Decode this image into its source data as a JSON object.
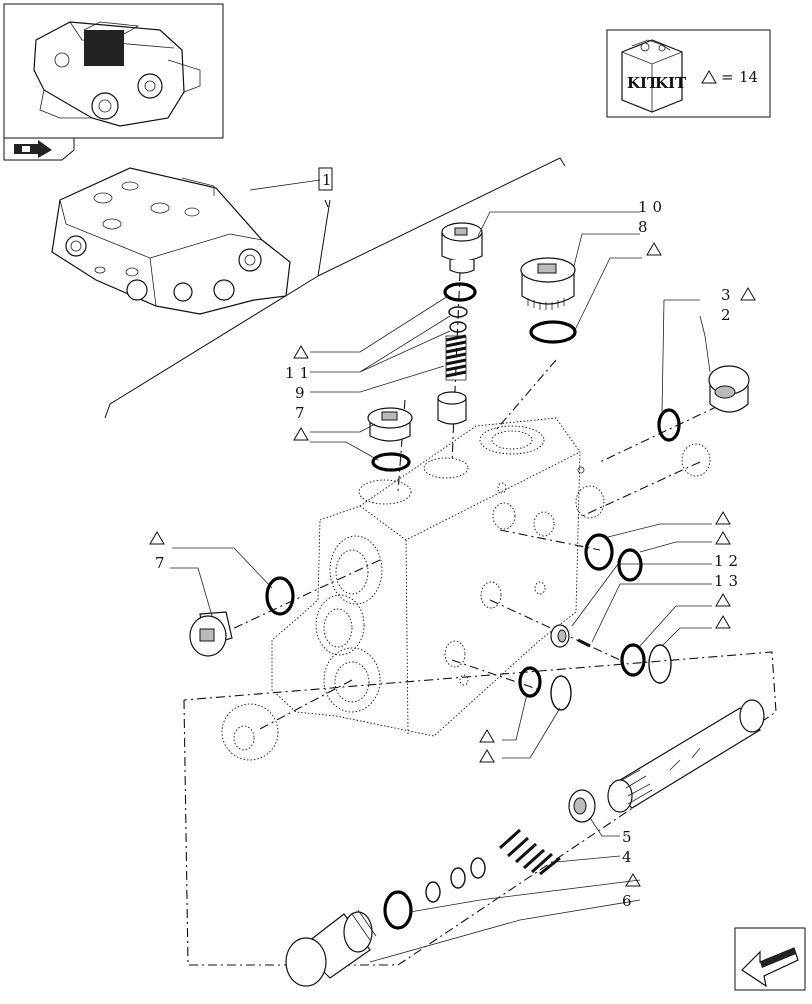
{
  "kit": {
    "badge_left": "KIT",
    "badge_right": "KIT",
    "equals_text": "=",
    "kit_number": "14",
    "icon": "kit-box-icon"
  },
  "callouts": {
    "c1": "1",
    "c2": "2",
    "c3": "3",
    "c4": "4",
    "c5": "5",
    "c6": "6",
    "c7a": "7",
    "c7b": "7",
    "c8": "8",
    "c9": "9",
    "c10": "10",
    "c11": "11",
    "c12": "12",
    "c13": "13"
  },
  "icons": {
    "triangle": "kit-triangle-icon",
    "thumb_nav": "assembly-nav-arrow-icon",
    "next_page": "next-page-arrow-icon"
  }
}
